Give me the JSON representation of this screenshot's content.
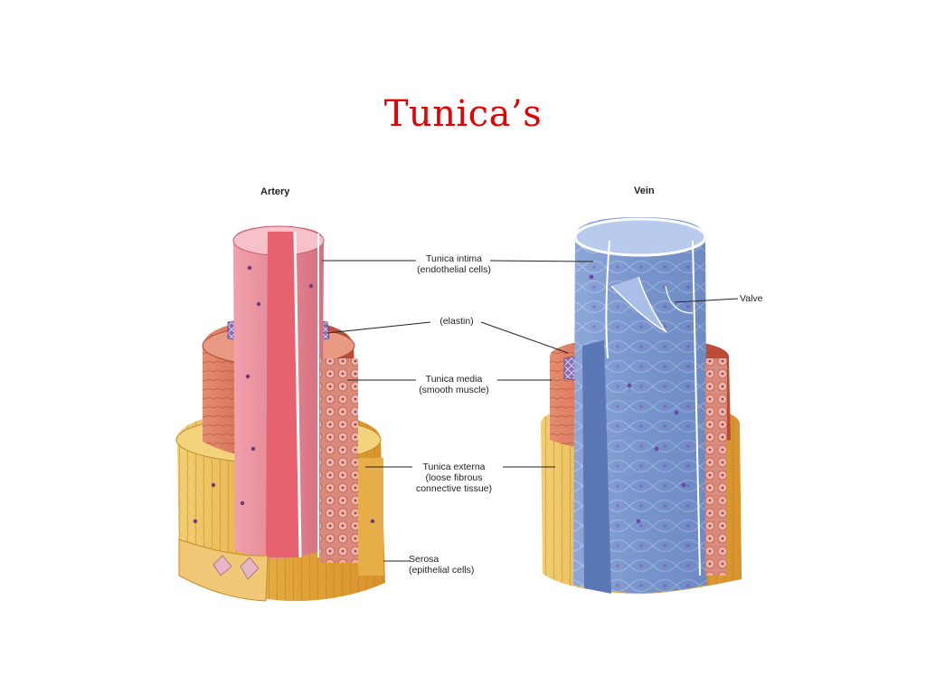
{
  "slide": {
    "title": "Tunica’s"
  },
  "diagram": {
    "vessels": {
      "artery": "Artery",
      "vein": "Vein"
    },
    "labels": {
      "tunica_intima": {
        "line1": "Tunica intima",
        "line2": "(endothelial cells)"
      },
      "elastin": {
        "line1": "(elastin)"
      },
      "tunica_media": {
        "line1": "Tunica media",
        "line2": "(smooth muscle)"
      },
      "tunica_externa": {
        "line1": "Tunica externa",
        "line2": "(loose fibrous",
        "line3": "connective tissue)"
      },
      "serosa": {
        "line1": "Serosa",
        "line2": "(epithelial cells)"
      },
      "valve": {
        "line1": "Valve"
      }
    },
    "colors": {
      "title": "#e60000",
      "intima_artery": "#e98a97",
      "media_artery": "#cf6a50",
      "externa": "#e8b64a",
      "elastin": "#8a6fb0",
      "vein": "#7f9bd0"
    }
  }
}
